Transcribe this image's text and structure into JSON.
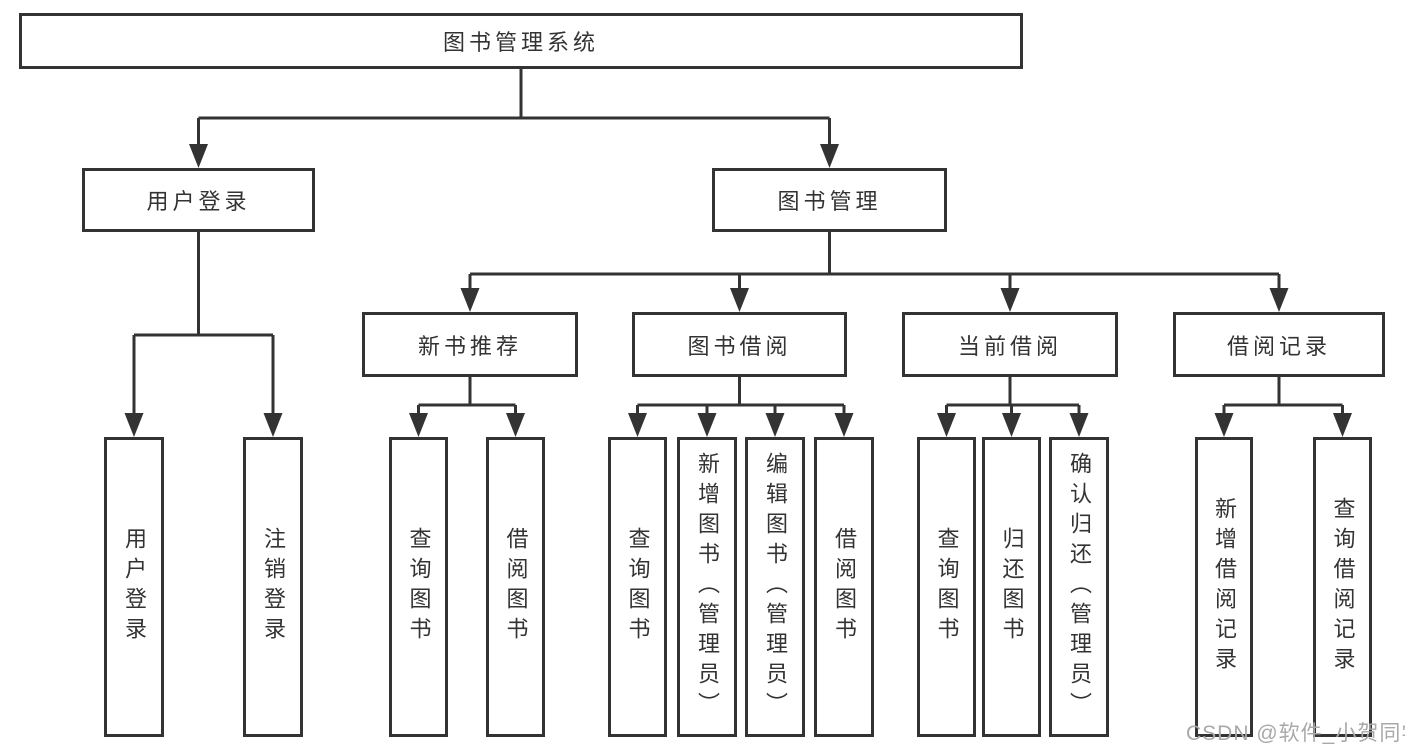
{
  "diagram": {
    "title": "图书管理系统",
    "watermark": "CSDN @软件_小贺同学",
    "colors": {
      "line": "#333333",
      "box_border": "#333333",
      "text": "#333333",
      "watermark_text": "#a9a9a9",
      "background": "#ffffff"
    },
    "tree": {
      "label": "图书管理系统",
      "children": [
        {
          "label": "用户登录",
          "children": [
            {
              "label": "用户登录"
            },
            {
              "label": "注销登录"
            }
          ]
        },
        {
          "label": "图书管理",
          "children": [
            {
              "label": "新书推荐",
              "children": [
                {
                  "label": "查询图书"
                },
                {
                  "label": "借阅图书"
                }
              ]
            },
            {
              "label": "图书借阅",
              "children": [
                {
                  "label": "查询图书"
                },
                {
                  "label": "新增图书（管理员）"
                },
                {
                  "label": "编辑图书（管理员）"
                },
                {
                  "label": "借阅图书"
                }
              ]
            },
            {
              "label": "当前借阅",
              "children": [
                {
                  "label": "查询图书"
                },
                {
                  "label": "归还图书"
                },
                {
                  "label": "确认归还（管理员）"
                }
              ]
            },
            {
              "label": "借阅记录",
              "children": [
                {
                  "label": "新增借阅记录"
                },
                {
                  "label": "查询借阅记录"
                }
              ]
            }
          ]
        }
      ]
    }
  }
}
